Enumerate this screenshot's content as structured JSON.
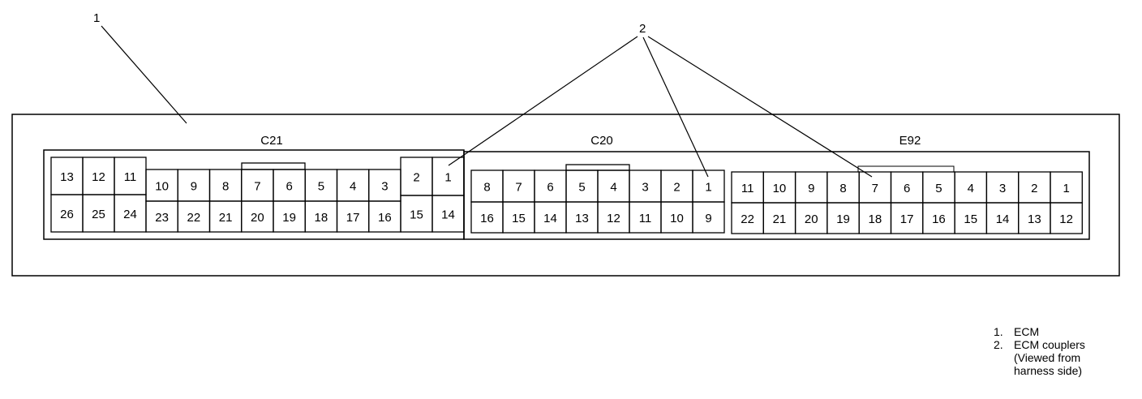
{
  "callouts": {
    "ecm": "1",
    "couplers": "2"
  },
  "connectors": [
    {
      "name": "C21",
      "left_block": {
        "top": [
          "13",
          "12",
          "11"
        ],
        "bottom": [
          "26",
          "25",
          "24"
        ]
      },
      "middle_block": {
        "top": [
          "10",
          "9",
          "8",
          "7",
          "6",
          "5",
          "4",
          "3"
        ],
        "bottom": [
          "23",
          "22",
          "21",
          "20",
          "19",
          "18",
          "17",
          "16"
        ]
      },
      "right_block": {
        "top": [
          "2",
          "1"
        ],
        "bottom": [
          "15",
          "14"
        ]
      }
    },
    {
      "name": "C20",
      "top": [
        "8",
        "7",
        "6",
        "5",
        "4",
        "3",
        "2",
        "1"
      ],
      "bottom": [
        "16",
        "15",
        "14",
        "13",
        "12",
        "11",
        "10",
        "9"
      ]
    },
    {
      "name": "E92",
      "top": [
        "11",
        "10",
        "9",
        "8",
        "7",
        "6",
        "5",
        "4",
        "3",
        "2",
        "1"
      ],
      "bottom": [
        "22",
        "21",
        "20",
        "19",
        "18",
        "17",
        "16",
        "15",
        "14",
        "13",
        "12"
      ]
    }
  ],
  "legend": [
    {
      "num": "1.",
      "text": "ECM"
    },
    {
      "num": "2.",
      "text": "ECM couplers"
    },
    {
      "num": "",
      "text": "(Viewed from"
    },
    {
      "num": "",
      "text": "harness side)"
    }
  ]
}
